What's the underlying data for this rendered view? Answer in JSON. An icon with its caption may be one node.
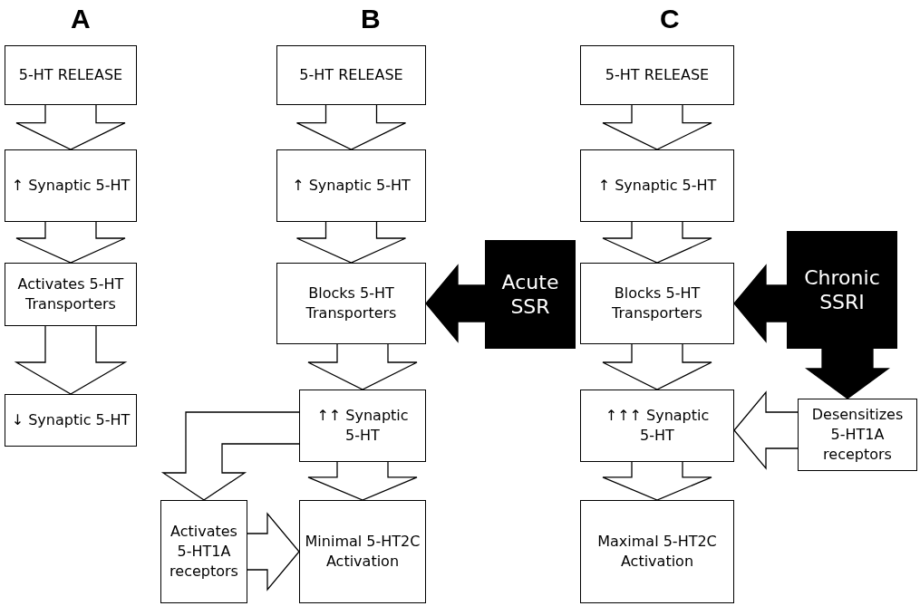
{
  "diagram": {
    "nodes": [
      {
        "text": [
          "5-HT RELEASE"
        ]
      },
      {
        "text": [
          "↑ Synaptic 5-HT"
        ]
      },
      {
        "text": [
          "Activates 5-HT Transporters"
        ]
      },
      {
        "text": [
          "↓ Synaptic 5-HT"
        ]
      },
      {
        "text": [
          "5-HT RELEASE"
        ]
      },
      {
        "text": [
          "↑ Synaptic 5-HT"
        ]
      },
      {
        "text": [
          "Blocks 5-HT Transporters"
        ]
      },
      {
        "text": [
          "Acute SSR"
        ]
      },
      {
        "text": [
          "↑↑ Synaptic 5-HT"
        ]
      },
      {
        "text": [
          "Activates 5-HT1A receptors"
        ]
      },
      {
        "text": [
          "Minimal 5-HT2C Activation"
        ]
      },
      {
        "text": [
          "5-HT RELEASE"
        ]
      },
      {
        "text": [
          "↑ Synaptic 5-HT"
        ]
      },
      {
        "text": [
          "Blocks 5-HT Transporters"
        ]
      },
      {
        "text": [
          "Chronic SSRI"
        ]
      },
      {
        "text": [
          "↑↑↑ Synaptic 5-HT"
        ]
      },
      {
        "text": [
          "Desensitizes 5-HT1A receptors"
        ]
      },
      {
        "text": [
          "Maximal 5-HT2C Activation"
        ]
      }
    ],
    "edges": [
      {
        "from": 0,
        "to": 1,
        "arrow": "to"
      },
      {
        "from": 1,
        "to": 2,
        "arrow": "to"
      },
      {
        "from": 2,
        "to": 3,
        "arrow": "to"
      },
      {
        "from": 4,
        "to": 5,
        "arrow": "to"
      },
      {
        "from": 5,
        "to": 6,
        "arrow": "to"
      },
      {
        "from": 7,
        "to": 6,
        "arrow": "to",
        "style": "thick"
      },
      {
        "from": 6,
        "to": 8,
        "arrow": "to"
      },
      {
        "from": 8,
        "to": 9,
        "arrow": "to"
      },
      {
        "from": 8,
        "to": 10,
        "arrow": "to"
      },
      {
        "from": 9,
        "to": 10,
        "arrow": "to"
      },
      {
        "from": 11,
        "to": 12,
        "arrow": "to"
      },
      {
        "from": 12,
        "to": 13,
        "arrow": "to"
      },
      {
        "from": 14,
        "to": 13,
        "arrow": "to",
        "style": "thick"
      },
      {
        "from": 14,
        "to": 16,
        "arrow": "to",
        "style": "thick"
      },
      {
        "from": 13,
        "to": 15,
        "arrow": "to"
      },
      {
        "from": 16,
        "to": 15,
        "arrow": "to"
      },
      {
        "from": 15,
        "to": 17,
        "arrow": "to"
      }
    ],
    "labels": [
      "A",
      "B",
      "C"
    ]
  }
}
